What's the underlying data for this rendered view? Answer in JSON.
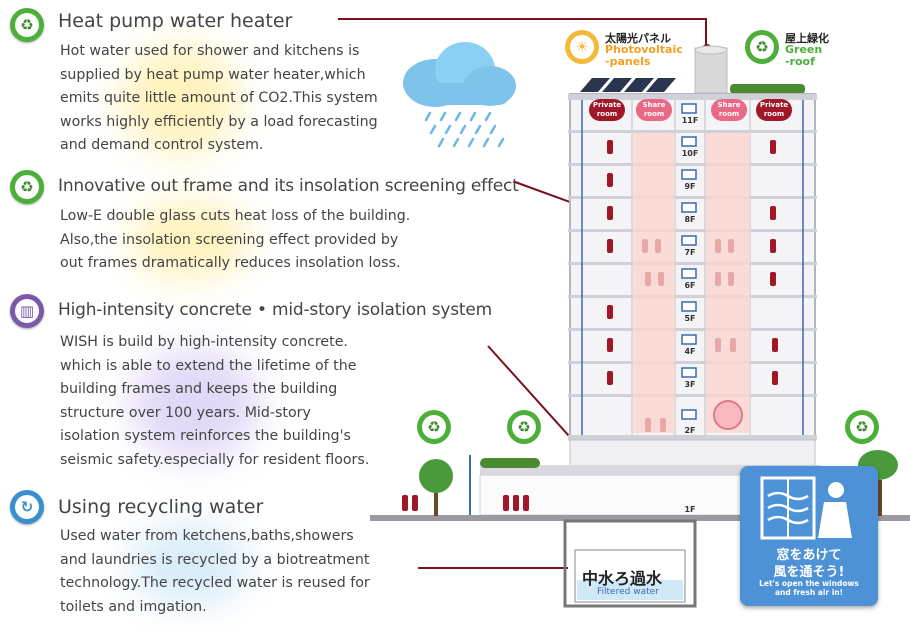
{
  "sections": [
    {
      "title": "Heat pump water heater",
      "body": "Hot water used for shower and kitchens is\nsupplied by heat pump water heater,which\nemits quite little amount of CO2.This system\nworks highly efficiently by a load forecasting\nand demand control system.",
      "icon": "leaf-recycle-icon",
      "color": "#4caf3a"
    },
    {
      "title": "Innovative out frame and its insolation screening effect",
      "body": "Low-E double glass cuts heat loss of the building.\nAlso,the insolation screening effect provided by\nout frames dramatically reduces insolation loss.",
      "icon": "leaf-recycle-icon",
      "color": "#4caf3a"
    },
    {
      "title": "High-intensity concrete • mid-story isolation system",
      "body": "WISH is build by high-intensity concrete.\nwhich is able to extend the lifetime of the\nbuilding frames and keeps the building\nstructure over 100 years. Mid-story\nisolation system reinforces the building's\nseismic safety.especially for resident floors.",
      "icon": "building-icon",
      "color": "#7a5aa8"
    },
    {
      "title": "Using recycling water",
      "body": "Used water from ketchens,baths,showers\nand laundries is recycled by a biotreatment\ntechnology.The recycled water is reused for\ntoilets and imgation.",
      "icon": "water-cycle-icon",
      "color": "#3a8fd0"
    }
  ],
  "building": {
    "floors": [
      "11F",
      "10F",
      "9F",
      "8F",
      "7F",
      "6F",
      "5F",
      "4F",
      "3F",
      "2F",
      "1F"
    ],
    "private_room": "Private\nroom",
    "share_room": "Share\nroom"
  },
  "labels": {
    "solar_jp": "太陽光パネル",
    "solar_en": "Photovoltaic\n-panels",
    "roof_jp": "屋上緑化",
    "roof_en": "Green\n-roof",
    "filter_jp": "中水ろ過水",
    "filter_en": "Filtered water",
    "window_jp1": "窓をあけて",
    "window_jp2": "風を通そう!",
    "window_en": "Let's open the windows\nand fresh air in!"
  },
  "colors": {
    "accent": "#7a1020",
    "green": "#4caf3a",
    "blue": "#3a8fd0",
    "purple": "#7a5aa8"
  }
}
